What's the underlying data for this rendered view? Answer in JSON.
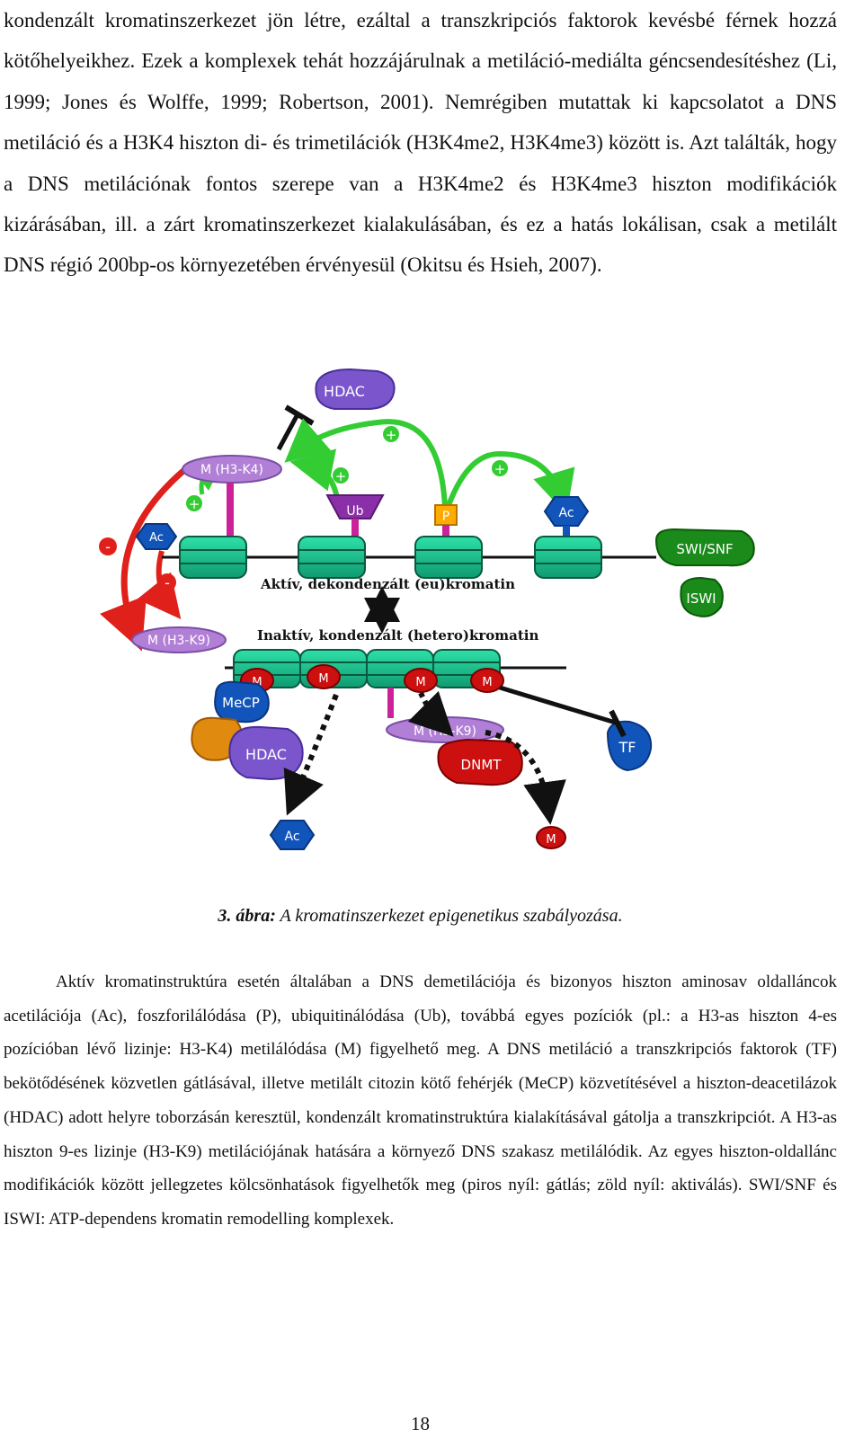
{
  "paragraph_top": "kondenzált kromatinszerkezet jön létre, ezáltal a transzkripciós faktorok kevésbé férnek hozzá kötőhelyeikhez. Ezek a komplexek tehát hozzájárulnak a metiláció-mediálta géncsendesítéshez (Li, 1999; Jones és Wolffe, 1999; Robertson, 2001). Nemrégiben mutattak ki kapcsolatot a DNS metiláció és a H3K4 hiszton di- és trimetilációk (H3K4me2, H3K4me3) között is. Azt találták, hogy a DNS metilációnak fontos szerepe van a H3K4me2 és H3K4me3 hiszton modifikációk kizárásában, ill. a zárt kromatinszerkezet kialakulásában, és ez a hatás lokálisan, csak a metilált DNS régió 200bp-os környezetében érvényesül (Okitsu és Hsieh, 2007).",
  "figure": {
    "hdac_top": "HDAC",
    "m_h3k4": "M (H3-K4)",
    "ub": "Ub",
    "p": "P",
    "ac_top": "Ac",
    "ac_left": "Ac",
    "swi_snf": "SWI/SNF",
    "iswi": "ISWI",
    "active_label": "Aktív, dekondenzált (eu)kromatin",
    "inactive_label": "Inaktív, kondenzált (hetero)kromatin",
    "m_h3k9_left": "M (H3-K9)",
    "m_h3k9_center": "M (H3-K9)",
    "mecp": "MeCP",
    "hdac_bottom": "HDAC",
    "dnmt": "DNMT",
    "tf": "TF",
    "ac_bottom": "Ac",
    "m": "M",
    "plus": "+",
    "minus": "-",
    "colors": {
      "activation_arrow": "#33cc33",
      "inhibition_arrow": "#e0201a",
      "nucleosome": "#1fbf8f",
      "histone_mark": "#9955bb"
    }
  },
  "caption": {
    "number": "3. ábra:",
    "text": "A kromatinszerkezet epigenetikus szabályozása."
  },
  "paragraph_bottom": "Aktív kromatinstruktúra esetén általában a DNS demetilációja és bizonyos hiszton aminosav oldalláncok acetilációja (Ac), foszforilálódása (P), ubiquitinálódása (Ub), továbbá egyes pozíciók (pl.: a H3-as hiszton 4-es pozícióban lévő lizinje: H3-K4) metilálódása (M) figyelhető meg. A DNS metiláció a transzkripciós faktorok (TF) bekötődésének közvetlen gátlásával, illetve metilált citozin kötő fehérjék (MeCP) közvetítésével a hiszton-deacetilázok (HDAC) adott helyre toborzásán keresztül, kondenzált kromatinstruktúra kialakításával gátolja a transzkripciót. A H3-as hiszton 9-es lizinje (H3-K9) metilációjának hatására a környező DNS szakasz metilálódik. Az egyes hiszton-oldallánc modifikációk között jellegzetes kölcsönhatások figyelhetők meg (piros nyíl: gátlás; zöld nyíl: aktiválás). SWI/SNF és ISWI: ATP-dependens kromatin remodelling komplexek.",
  "page_number": "18"
}
